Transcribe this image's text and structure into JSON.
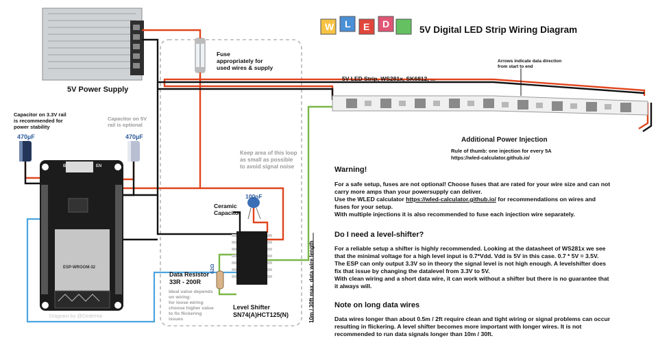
{
  "title": "5V Digital LED Strip Wiring Diagram",
  "logo": {
    "letters": [
      "W",
      "L",
      "E",
      "D"
    ]
  },
  "power_supply": {
    "label": "5V Power Supply"
  },
  "fuse": {
    "label_line1": "Fuse",
    "label_line2": "appropriately for",
    "label_line3": "used wires & supply"
  },
  "strip": {
    "label": "5V LED Strip, WS281x, SK6812, ..."
  },
  "arrows_note": {
    "line1": "Arrows indicate data direction",
    "line2": "from start to end"
  },
  "injection": {
    "title": "Additional Power Injection",
    "rule": "Rule of thumb: one injection for every 5A",
    "url": "https://wled-calculator.github.io/"
  },
  "cap33": {
    "line1": "Capacitor on 3.3V rail",
    "line2": "is recommended for",
    "line3": "power stability",
    "value": "470µF"
  },
  "cap5": {
    "line1": "Capacitor on 5V",
    "line2": "rail is optional",
    "value": "470µF"
  },
  "loop_note": {
    "line1": "Keep area of this loop",
    "line2": "as small as possible",
    "line3": "to avoid signal noise"
  },
  "ceramic": {
    "value": "100nF",
    "line1": "Ceramic",
    "line2": "Capacitor"
  },
  "resistor": {
    "title1": "Data Resistor",
    "title2": "33R - 200R",
    "value": "62Ω",
    "note1": "Ideal value depends",
    "note2": "on wiring:",
    "note3": "for loose wiring",
    "note4": "choose higher value",
    "note5": "to fix flickering",
    "note6": "issues"
  },
  "shifter": {
    "line1": "Level Shifter",
    "line2": "SN74(A)HCT125(N)"
  },
  "wire_length": "10m / 30ft max. data wire length",
  "credit": "Diagram by @DedeHai",
  "esp": {
    "boot": "BOOT",
    "en": "EN",
    "module": "ESP-WROOM-32"
  },
  "warning": {
    "heading": "Warning!",
    "p1": "For a safe setup, fuses are not optional! Choose fuses that are rated for your wire size and can not",
    "p2": "carry more amps than your powersupply can deliver.",
    "p3a": "Use the WLED calculator ",
    "p3link": "https://wled-calculator.github.io/",
    "p3b": "  for recommendations on wires and",
    "p4": "fuses for your setup.",
    "p5": "With multiple injections it is also recommended to fuse each injection wire separately."
  },
  "levelshift": {
    "heading": "Do I need a level-shifter?",
    "l1": "For a reliable setup a shifter is highly recommended. Looking at the datasheet of WS281x we see",
    "l2": "that the minimal voltage for a high level input is 0.7*Vdd. Vdd is 5V in this case. 0.7 * 5V = 3.5V.",
    "l3": "The ESP can only output 3.3V so in theory the signal level is not high enough. A levelshifter does",
    "l4": "fix that issue by changing the datalevel from 3.3V to 5V.",
    "l5": "With clean wiring and a short data wire, it can work without a shifter but there is no guarantee that",
    "l6": "it always will."
  },
  "longwires": {
    "heading": "Note on long data wires",
    "l1": "Data wires longer than about 0.5m / 2ft require clean and tight wiring or signal problems can occur",
    "l2": "resulting in flickering. A level shifter becomes more important with longer wires. It is not",
    "l3": "recommended to run data signals longer than 10m / 30ft."
  },
  "colors": {
    "positive": "#e0441c",
    "ground": "#111111",
    "data": "#7ab648",
    "esp_data": "#4aa3df",
    "cap_blue": "#2b5a9a"
  }
}
